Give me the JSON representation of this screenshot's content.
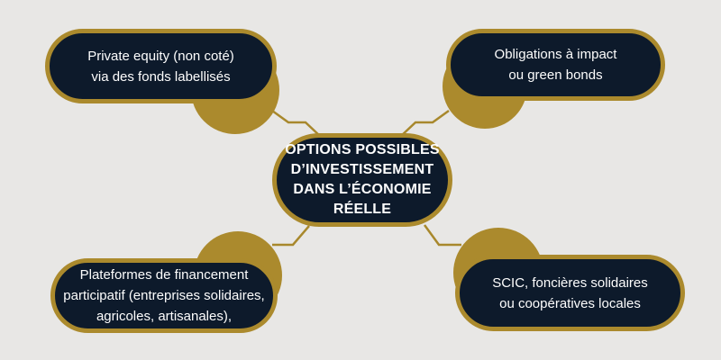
{
  "colors": {
    "background": "#e8e7e5",
    "navy": "#0d1a2b",
    "gold": "#ab8a2d",
    "text": "#fdfdfd"
  },
  "center": {
    "label": "OPTIONS POSSIBLES D’INVESTISSEMENT DANS L’ÉCONOMIE RÉELLE",
    "lines": [
      "OPTIONS POSSIBLES",
      "D’INVESTISSEMENT",
      "DANS L’ÉCONOMIE",
      "RÉELLE"
    ]
  },
  "nodes": [
    {
      "id": "private-equity",
      "position": "top-left",
      "label": "Private equity (non coté) via des fonds labellisés",
      "lines": [
        "Private equity (non coté)",
        "via des fonds labellisés"
      ]
    },
    {
      "id": "obligations-impact",
      "position": "top-right",
      "label": "Obligations à impact ou green bonds",
      "lines": [
        "Obligations à impact",
        "ou green bonds"
      ]
    },
    {
      "id": "plateformes-financement",
      "position": "bottom-left",
      "label": "Plateformes de financement participatif (entreprises solidaires, agricoles, artisanales),",
      "lines": [
        "Plateformes de financement",
        "participatif (entreprises solidaires,",
        "agricoles, artisanales),"
      ]
    },
    {
      "id": "scic-cooperatives",
      "position": "bottom-right",
      "label": "SCIC, foncières solidaires ou coopératives locales",
      "lines": [
        "SCIC, foncières solidaires",
        "ou coopératives locales"
      ]
    }
  ]
}
